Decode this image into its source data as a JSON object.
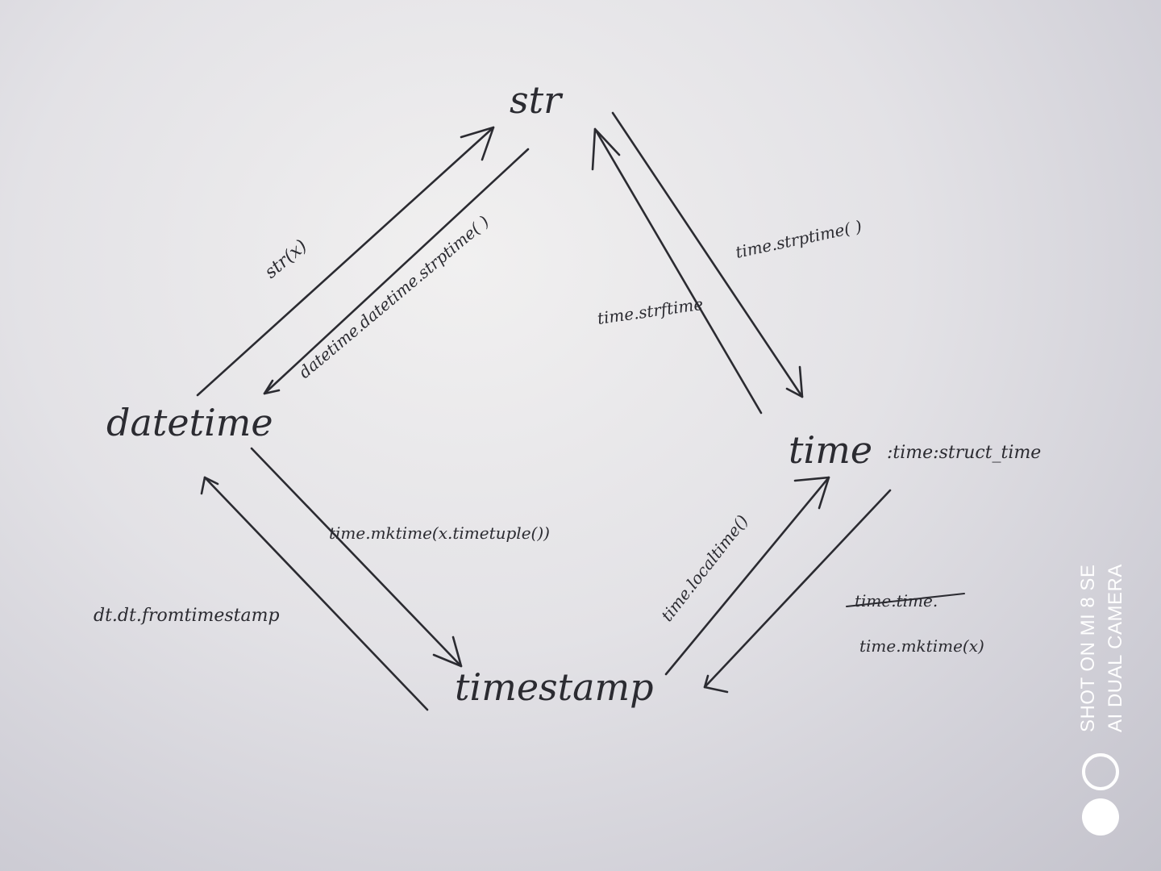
{
  "nodes": {
    "str": "str",
    "datetime": "datetime",
    "time": "time",
    "time_type": ":time:struct_time",
    "timestamp": "timestamp"
  },
  "edges": {
    "datetime_to_str": "str(x)",
    "str_to_datetime": "datetime.datetime.strptime( )",
    "time_to_str": "time.strftime",
    "str_to_time": "time.strptime( )",
    "datetime_to_timestamp": "time.mktime(x.timetuple())",
    "timestamp_to_datetime": "dt.dt.fromtimestamp",
    "timestamp_to_time": "time.localtime()",
    "time_to_timestamp_struck": "time.time.",
    "time_to_timestamp": "time.mktime(x)"
  },
  "watermark": {
    "line1": "SHOT ON MI 8 SE",
    "line2": "AI DUAL CAMERA"
  },
  "colors": {
    "ink": "#2b2b31",
    "paper": "#e3e2e6",
    "watermark": "#ffffff"
  },
  "icons": [
    "camera-ring-icon",
    "camera-dot-icon"
  ]
}
